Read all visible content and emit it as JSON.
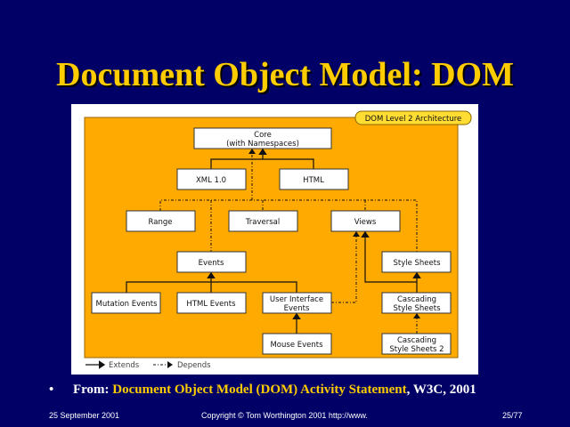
{
  "slide": {
    "title": "Document Object Model: DOM"
  },
  "diagram": {
    "badge": "DOM Level 2 Architecture",
    "boxes": {
      "core": [
        "Core",
        "(with Namespaces)"
      ],
      "xml": "XML 1.0",
      "html": "HTML",
      "range": "Range",
      "traversal": "Traversal",
      "views": "Views",
      "events": "Events",
      "style_sheets": "Style Sheets",
      "mutation_events": "Mutation Events",
      "html_events": "HTML Events",
      "ui_events": [
        "User Interface",
        "Events"
      ],
      "css": [
        "Cascading",
        "Style Sheets"
      ],
      "mouse_events": "Mouse Events",
      "css2": [
        "Cascading",
        "Style Sheets 2"
      ]
    },
    "legend": {
      "extends": "Extends",
      "depends": "Depends"
    }
  },
  "bullet": {
    "symbol": "•",
    "prefix": "From: ",
    "link": "Document Object Model (DOM) Activity Statement",
    "suffix": ", W3C, 2001"
  },
  "footer": {
    "date": "25 September 2001",
    "copyright": "Copyright © Tom Worthington 2001   http://www.",
    "page": "25/77"
  },
  "colors": {
    "background": "#000066",
    "title": "#FFCC00",
    "diagram_fill": "#FFAA00"
  }
}
